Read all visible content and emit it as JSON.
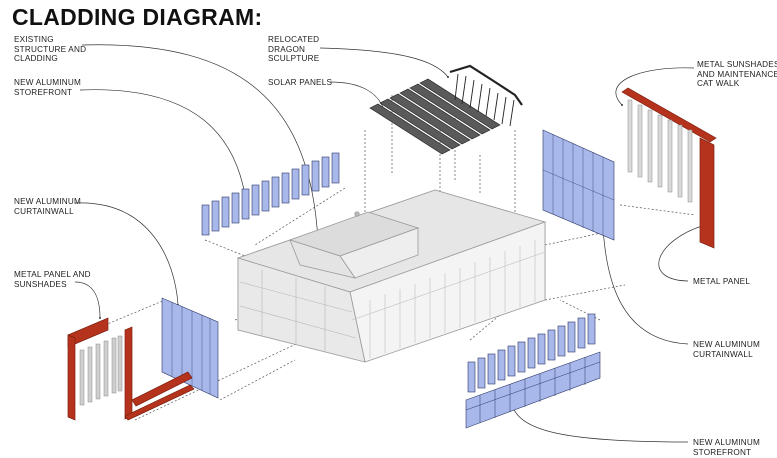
{
  "title": "CLADDING DIAGRAM:",
  "labels": {
    "existing_structure": "EXISTING\nSTRUCTURE AND\nCLADDING",
    "new_storefront_left": "NEW ALUMINUM\nSTOREFRONT",
    "new_curtainwall_left": "NEW ALUMINUM\nCURTAINWALL",
    "metal_panel_sunshades": "METAL PANEL AND\nSUNSHADES",
    "dragon_sculpture": "RELOCATED\nDRAGON\nSCULPTURE",
    "solar_panels": "SOLAR PANELS",
    "metal_sunshades_catwalk": "METAL SUNSHADES\nAND MAINTENANCE\nCAT WALK",
    "metal_panel_right": "METAL PANEL",
    "new_curtainwall_right": "NEW ALUMINUM\nCURTAINWALL",
    "new_storefront_right": "NEW ALUMINUM\nSTOREFRONT"
  },
  "colors": {
    "glass_blue": "#a9b8ea",
    "glass_stroke": "#2a3566",
    "metal_red": "#b5331c",
    "metal_red_dark": "#7e2010",
    "building_fill": "#ececec",
    "building_stroke": "#9a9a9a"
  }
}
